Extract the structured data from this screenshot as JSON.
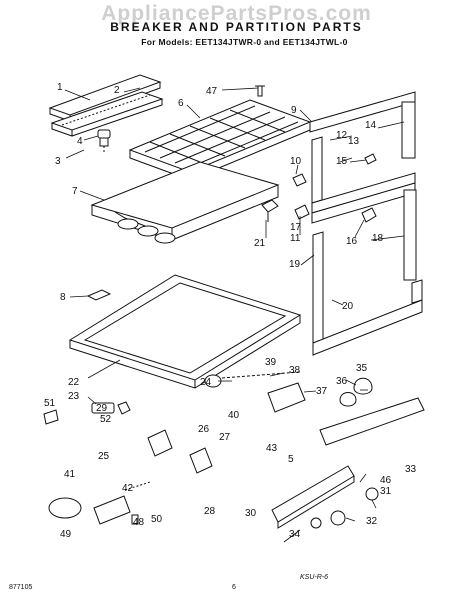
{
  "watermark": "AppliancePartsPros.com",
  "title": "BREAKER AND PARTITION PARTS",
  "models": "For Models: EET134JTWR-0 and EET134JTWL-0",
  "callouts": [
    "1",
    "2",
    "3",
    "4",
    "5",
    "6",
    "7",
    "8",
    "9",
    "10",
    "11",
    "12",
    "13",
    "14",
    "15",
    "16",
    "17",
    "18",
    "19",
    "20",
    "21",
    "22",
    "23",
    "24",
    "25",
    "26",
    "27",
    "28",
    "29",
    "30",
    "31",
    "32",
    "33",
    "34",
    "35",
    "36",
    "37",
    "38",
    "39",
    "40",
    "41",
    "42",
    "43",
    "46",
    "47",
    "48",
    "49",
    "50",
    "51",
    "52"
  ],
  "footer": {
    "left": "877105",
    "center": "6",
    "right": "KSU-R-6"
  }
}
